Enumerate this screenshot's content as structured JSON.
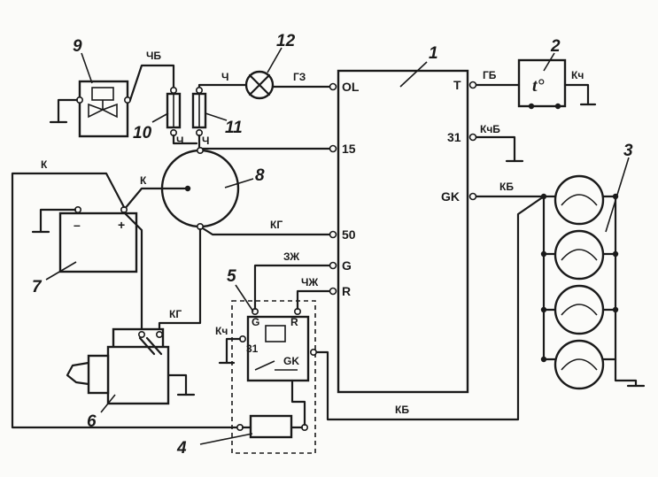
{
  "callouts": {
    "n1": "1",
    "n2": "2",
    "n3": "3",
    "n4": "4",
    "n5": "5",
    "n6": "6",
    "n7": "7",
    "n8": "8",
    "n9": "9",
    "n10": "10",
    "n11": "11",
    "n12": "12"
  },
  "controller_pins": {
    "ol": "OL",
    "p15": "15",
    "p50": "50",
    "g": "G",
    "r": "R",
    "t": "T",
    "p31": "31",
    "gk": "GK"
  },
  "relay_pins": {
    "g": "G",
    "r": "R",
    "p31": "31",
    "gk": "GK"
  },
  "battery": {
    "minus": "–",
    "plus": "+"
  },
  "sensor": {
    "symbol": "t°"
  },
  "wires": {
    "chb": "ЧБ",
    "ch_lamp": "Ч",
    "gz": "ГЗ",
    "ch_fuse10": "Ч",
    "ch_fuse11": "Ч",
    "gb": "ГБ",
    "kch_sensor": "Кч",
    "kchb": "КчБ",
    "k_batt": "К",
    "k_switch": "К",
    "kb_gk": "КБ",
    "kg_50": "КГ",
    "zzh": "ЗЖ",
    "chzh": "ЧЖ",
    "kch_relay": "Кч",
    "kg_starter": "КГ",
    "kb_bottom": "КБ"
  }
}
